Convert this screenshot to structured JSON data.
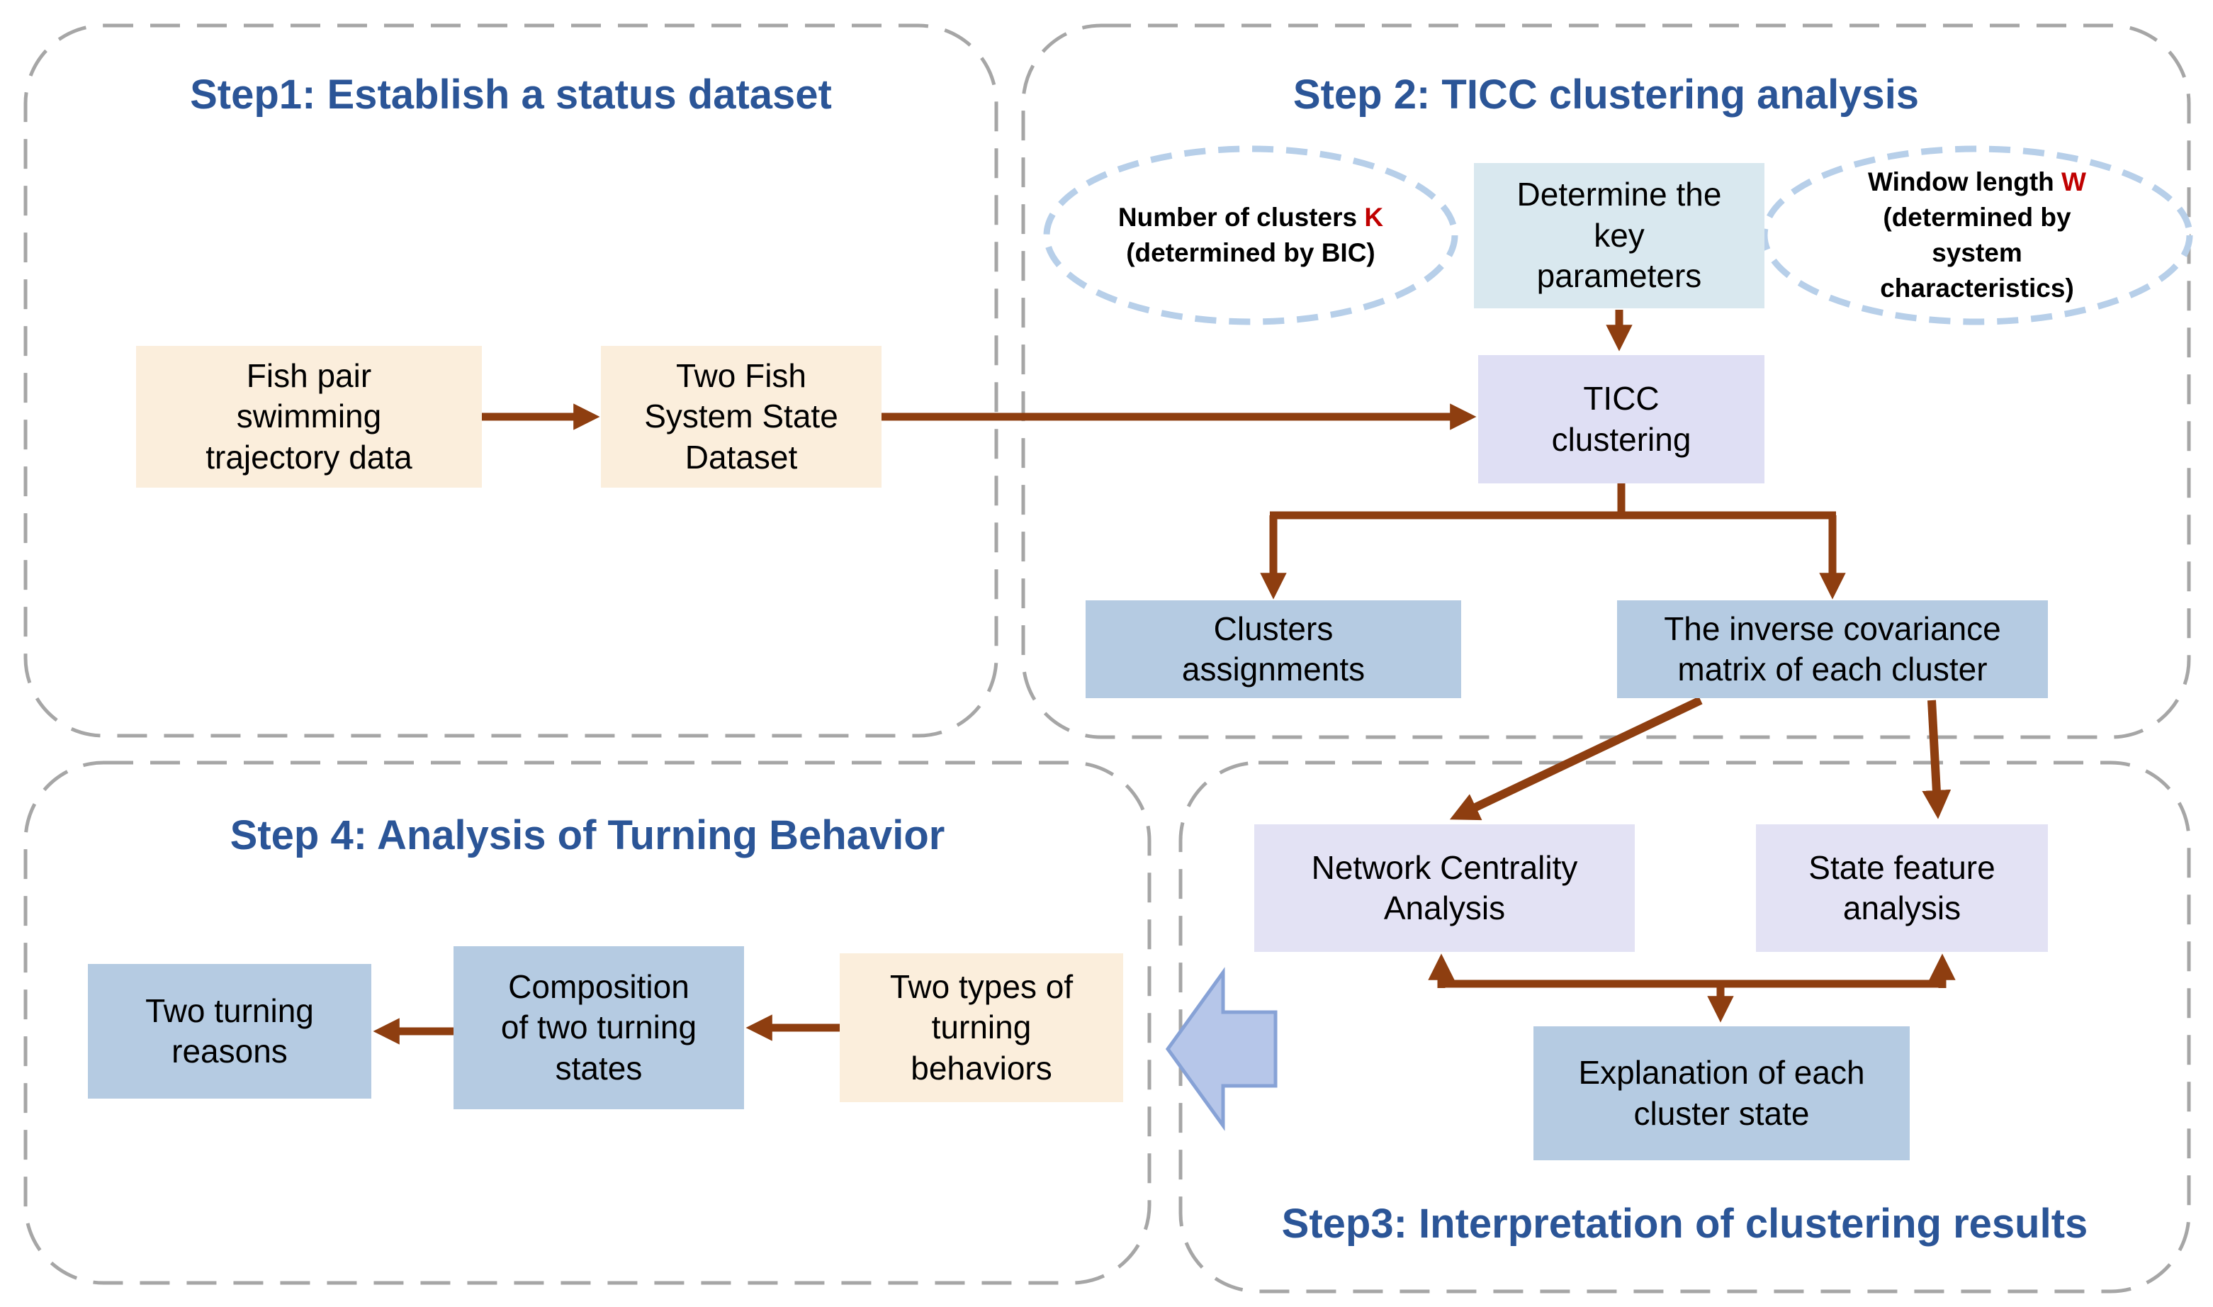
{
  "colors": {
    "panel_border": "#a6a6a6",
    "title_blue": "#2b5597",
    "arrow_brown": "#8e3e10",
    "cream_box": "#fbeedc",
    "pale_cyan_box": "#d9e8ef",
    "lavender_box": "#dfdff4",
    "lavender_box_light": "#e3e2f4",
    "blue_box": "#b5cbe2",
    "ellipse_dash_blue": "#b7cfe9",
    "param_red": "#c00000",
    "block_arrow_fill": "#b6c6e9",
    "block_arrow_border": "#87a2d6"
  },
  "step1": {
    "title": "Step1: Establish a status dataset",
    "fish_pair_box": "Fish pair\nswimming\ntrajectory data",
    "two_fish_box": "Two Fish\nSystem State\nDataset"
  },
  "step2": {
    "title": "Step 2: TICC clustering analysis",
    "ellipse_clusters": {
      "prefix": "Number of clusters ",
      "param": "K",
      "rest": "\n(determined by BIC)"
    },
    "determine_box": "Determine the\nkey\nparameters",
    "ellipse_window": {
      "prefix": "Window length ",
      "param": "W",
      "rest": "\n(determined by\nsystem\ncharacteristics)"
    },
    "ticc_box": "TICC\nclustering",
    "clusters_box": "Clusters\nassignments",
    "covariance_box": "The inverse covariance\nmatrix of each cluster"
  },
  "step3": {
    "title": "Step3: Interpretation of clustering results",
    "network_box": "Network Centrality\nAnalysis",
    "state_box": "State feature\nanalysis",
    "explanation_box": "Explanation of each\ncluster state"
  },
  "step4": {
    "title": "Step 4: Analysis of Turning Behavior",
    "reasons_box": "Two turning\nreasons",
    "composition_box": "Composition\nof two turning\nstates",
    "types_box": "Two types of\nturning\nbehaviors"
  }
}
